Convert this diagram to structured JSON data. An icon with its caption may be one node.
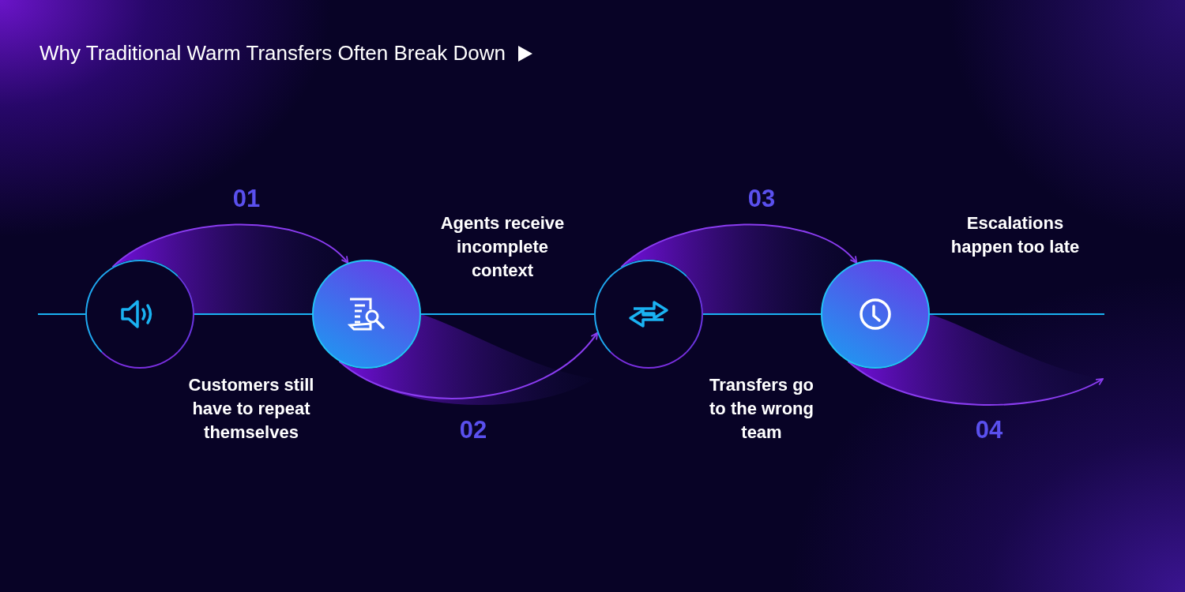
{
  "diagram": {
    "title": "Why Traditional Warm Transfers Often Break Down",
    "nodes": [
      {
        "text": [],
        "shape": "circle",
        "beside": [
          "Customers still have to repeat themselves"
        ]
      },
      {
        "text": [],
        "shape": "circle",
        "beside": [
          "Agents receive incomplete context"
        ]
      },
      {
        "text": [],
        "shape": "circle",
        "beside": [
          "Transfers go to the wrong team"
        ]
      },
      {
        "text": [],
        "shape": "circle",
        "beside": [
          "Escalations happen too late"
        ]
      }
    ],
    "edges": [
      {
        "from": null,
        "to": 0,
        "arrow": "none"
      },
      {
        "from": 0,
        "to": 1,
        "arrow": "none"
      },
      {
        "from": 1,
        "to": 2,
        "arrow": "none"
      },
      {
        "from": 2,
        "to": 3,
        "arrow": "none"
      },
      {
        "from": 3,
        "to": null,
        "arrow": "none"
      },
      {
        "from": 0,
        "to": 1,
        "arrow": "to",
        "label": "01",
        "color": "#8a3cf0"
      },
      {
        "from": 1,
        "to": 2,
        "arrow": "to",
        "label": "02",
        "color": "#8a3cf0"
      },
      {
        "from": 2,
        "to": 3,
        "arrow": "to",
        "label": "03",
        "color": "#8a3cf0"
      },
      {
        "from": 3,
        "to": null,
        "arrow": "to",
        "label": "04",
        "color": "#8a3cf0"
      }
    ]
  }
}
